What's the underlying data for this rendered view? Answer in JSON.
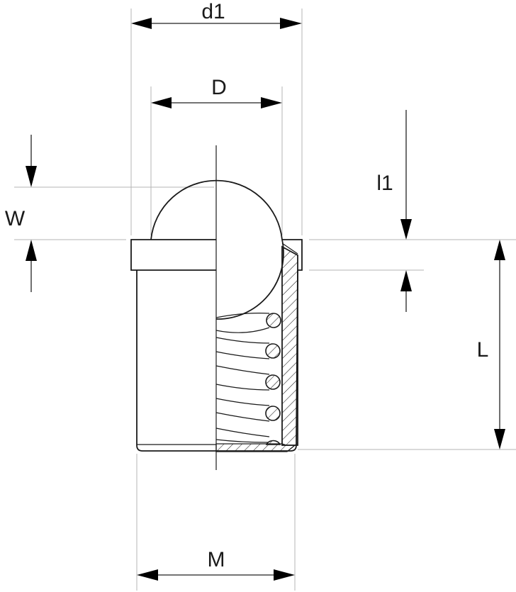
{
  "labels": {
    "d1": "d1",
    "D": "D",
    "W": "W",
    "l1": "l1",
    "L": "L",
    "M": "M"
  },
  "colors": {
    "outline": "#1a1a1a",
    "extension_lines": "#b5b5b5",
    "arrows": "#000000",
    "background": "#ffffff"
  }
}
